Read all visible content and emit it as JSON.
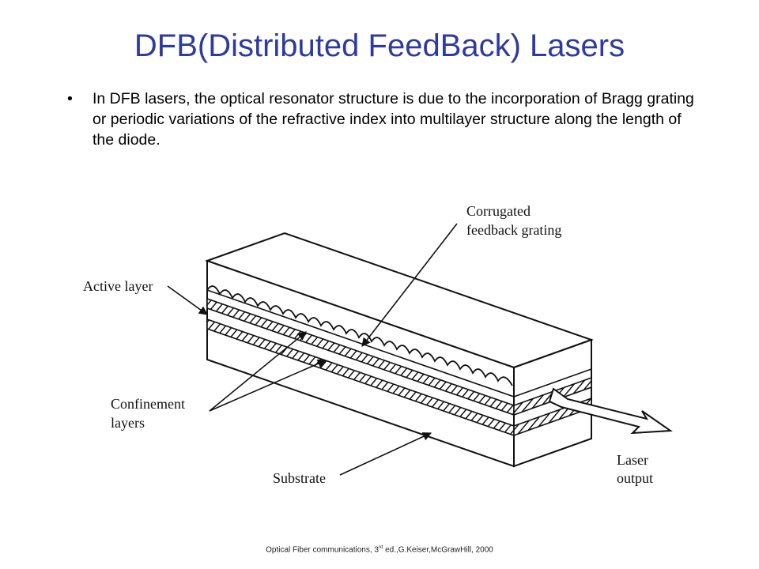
{
  "slide": {
    "title": "DFB(Distributed FeedBack) Lasers",
    "bullets": [
      "In DFB lasers, the optical resonator structure is due to the incorporation of Bragg grating or periodic variations of the refractive index into multilayer structure along the length of the diode."
    ]
  },
  "diagram": {
    "labels": {
      "corrugated_line1": "Corrugated",
      "corrugated_line2": "feedback grating",
      "active_layer": "Active layer",
      "confinement_line1": "Confinement",
      "confinement_line2": "layers",
      "substrate": "Substrate",
      "laser_line1": "Laser",
      "laser_line2": "output"
    }
  },
  "footer": {
    "prefix": "Optical Fiber communications, 3",
    "superscript": "rd",
    "suffix": " ed.,G.Keiser,McGrawHill, 2000"
  }
}
